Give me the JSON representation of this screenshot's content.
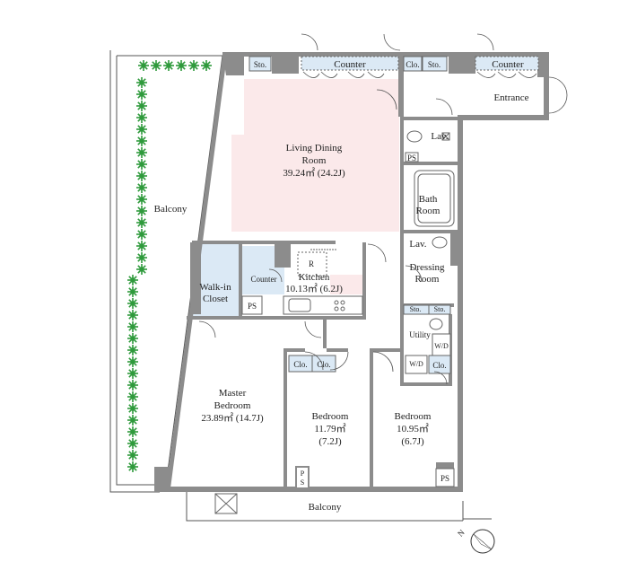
{
  "rooms": {
    "living": {
      "name": "Living Dining",
      "name2": "Room",
      "area": "39.24㎡ (24.2J)"
    },
    "kitchen": {
      "name": "Kitchen",
      "area": "10.13㎡ (6.2J)"
    },
    "master": {
      "name": "Master",
      "name2": "Bedroom",
      "area": "23.89㎡ (14.7J)"
    },
    "bedroom1": {
      "name": "Bedroom",
      "area": "11.79㎡",
      "area2": "(7.2J)"
    },
    "bedroom2": {
      "name": "Bedroom",
      "area": "10.95㎡",
      "area2": "(6.7J)"
    },
    "walkin": {
      "name": "Walk-in",
      "name2": "Closet"
    },
    "bath": {
      "name": "Bath",
      "name2": "Room"
    },
    "dressing": {
      "name": "Dressing",
      "name2": "Room"
    },
    "entrance": {
      "name": "Entrance"
    },
    "utility": {
      "name": "Utility"
    },
    "balcony_west": {
      "name": "Balcony"
    },
    "balcony_south": {
      "name": "Balcony"
    }
  },
  "labels": {
    "counter": "Counter",
    "sto": "Sto.",
    "clo": "Clo.",
    "lav": "Lav.",
    "ps": "PS",
    "wd": "W/D",
    "fridge": "R",
    "ps_vertical_p": "P",
    "ps_vertical_s": "S"
  },
  "compass": {
    "label": "N"
  },
  "colors": {
    "wall": "#8c8c8c",
    "wall_dark": "#6e6e6e",
    "living_floor": "#fbe9ea",
    "closet_floor": "#dbe9f5",
    "greenery": "#2f9a3c",
    "line": "#444444"
  }
}
